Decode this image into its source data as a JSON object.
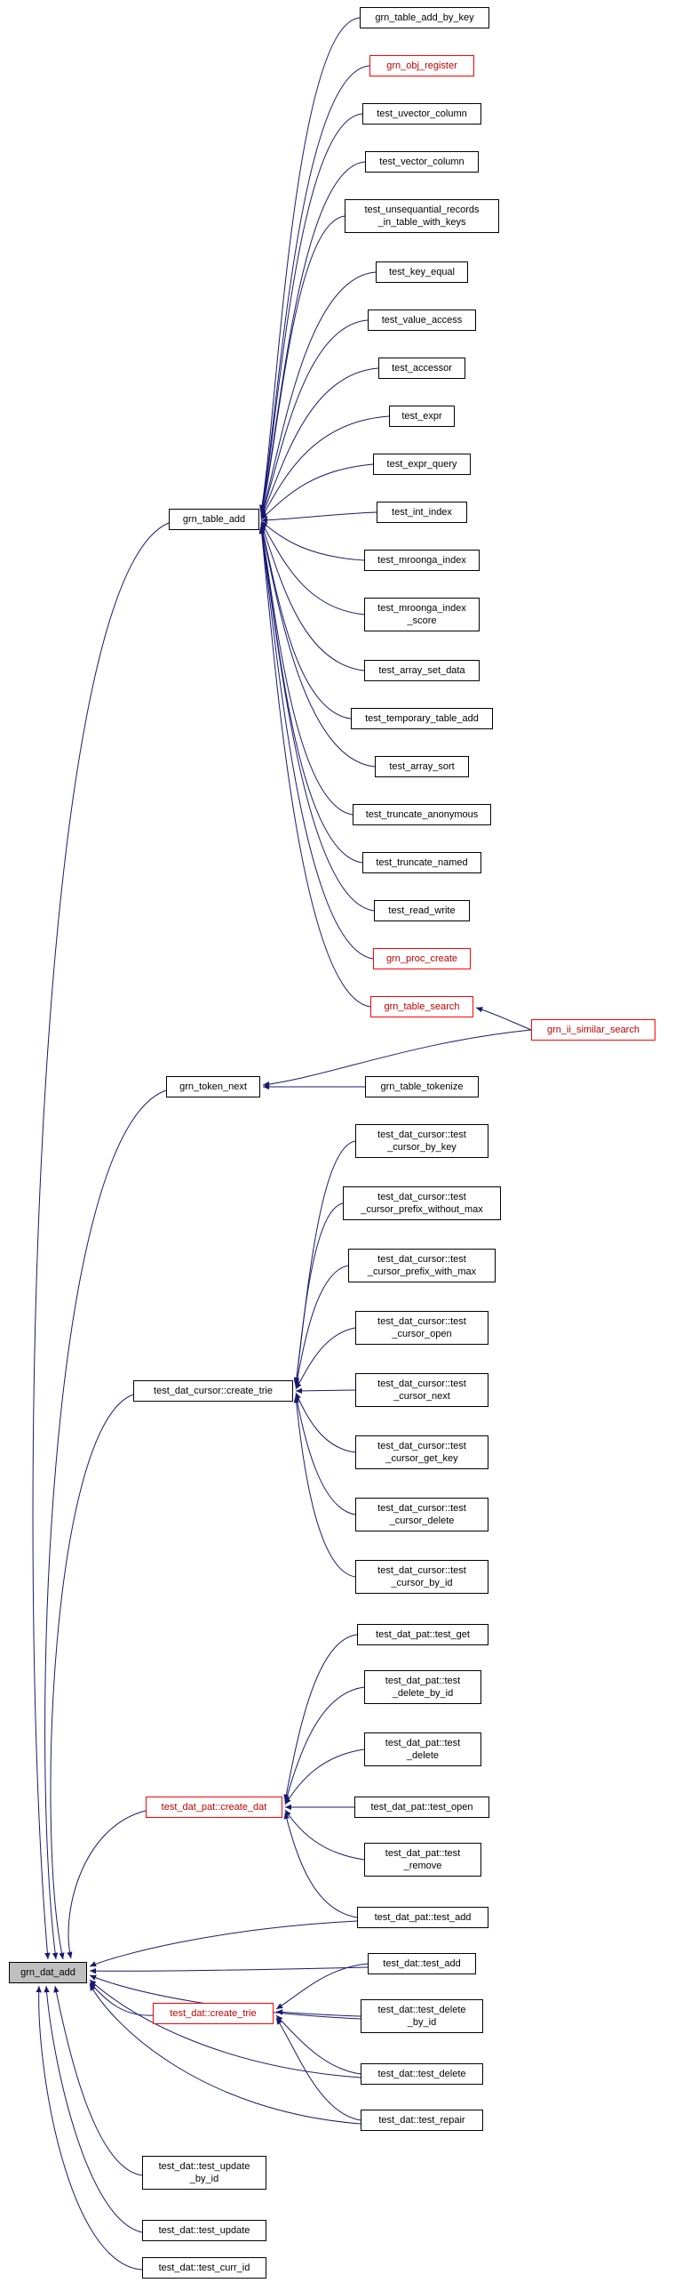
{
  "diagram": {
    "type": "doxygen-caller-graph",
    "focus_function": "grn_dat_add",
    "colors": {
      "edge": "#191970",
      "node_border": "#000000",
      "red_node_border": "#ff0000",
      "focus_node_fill": "#bfbfbf",
      "node_fill": "#ffffff"
    }
  },
  "nodes": [
    {
      "label": "grn_dat_add",
      "variant": "focus"
    },
    {
      "label": "grn_table_add",
      "variant": "default"
    },
    {
      "label": "grn_token_next",
      "variant": "default"
    },
    {
      "label": "test_dat_cursor::create_trie",
      "variant": "default"
    },
    {
      "label": "test_dat_pat::create_dat",
      "variant": "red"
    },
    {
      "label": "test_dat::create_trie",
      "variant": "red"
    },
    {
      "label": "grn_table_add_by_key",
      "variant": "default"
    },
    {
      "label": "grn_obj_register",
      "variant": "red"
    },
    {
      "label": "test_uvector_column",
      "variant": "default"
    },
    {
      "label": "test_vector_column",
      "variant": "default"
    },
    {
      "label": "test_unsequantial_records\n_in_table_with_keys",
      "variant": "default"
    },
    {
      "label": "test_key_equal",
      "variant": "default"
    },
    {
      "label": "test_value_access",
      "variant": "default"
    },
    {
      "label": "test_accessor",
      "variant": "default"
    },
    {
      "label": "test_expr",
      "variant": "default"
    },
    {
      "label": "test_expr_query",
      "variant": "default"
    },
    {
      "label": "test_int_index",
      "variant": "default"
    },
    {
      "label": "test_mroonga_index",
      "variant": "default"
    },
    {
      "label": "test_mroonga_index\n_score",
      "variant": "default"
    },
    {
      "label": "test_array_set_data",
      "variant": "default"
    },
    {
      "label": "test_temporary_table_add",
      "variant": "default"
    },
    {
      "label": "test_array_sort",
      "variant": "default"
    },
    {
      "label": "test_truncate_anonymous",
      "variant": "default"
    },
    {
      "label": "test_truncate_named",
      "variant": "default"
    },
    {
      "label": "test_read_write",
      "variant": "default"
    },
    {
      "label": "grn_proc_create",
      "variant": "red"
    },
    {
      "label": "grn_table_search",
      "variant": "red"
    },
    {
      "label": "grn_ii_similar_search",
      "variant": "red"
    },
    {
      "label": "grn_table_tokenize",
      "variant": "default"
    },
    {
      "label": "test_dat_cursor::test\n_cursor_by_key",
      "variant": "default"
    },
    {
      "label": "test_dat_cursor::test\n_cursor_prefix_without_max",
      "variant": "default"
    },
    {
      "label": "test_dat_cursor::test\n_cursor_prefix_with_max",
      "variant": "default"
    },
    {
      "label": "test_dat_cursor::test\n_cursor_open",
      "variant": "default"
    },
    {
      "label": "test_dat_cursor::test\n_cursor_next",
      "variant": "default"
    },
    {
      "label": "test_dat_cursor::test\n_cursor_get_key",
      "variant": "default"
    },
    {
      "label": "test_dat_cursor::test\n_cursor_delete",
      "variant": "default"
    },
    {
      "label": "test_dat_cursor::test\n_cursor_by_id",
      "variant": "default"
    },
    {
      "label": "test_dat_pat::test_get",
      "variant": "default"
    },
    {
      "label": "test_dat_pat::test\n_delete_by_id",
      "variant": "default"
    },
    {
      "label": "test_dat_pat::test\n_delete",
      "variant": "default"
    },
    {
      "label": "test_dat_pat::test_open",
      "variant": "default"
    },
    {
      "label": "test_dat_pat::test\n_remove",
      "variant": "default"
    },
    {
      "label": "test_dat_pat::test_add",
      "variant": "default"
    },
    {
      "label": "test_dat::test_add",
      "variant": "default"
    },
    {
      "label": "test_dat::test_delete\n_by_id",
      "variant": "default"
    },
    {
      "label": "test_dat::test_delete",
      "variant": "default"
    },
    {
      "label": "test_dat::test_repair",
      "variant": "default"
    },
    {
      "label": "test_dat::test_update\n_by_id",
      "variant": "default"
    },
    {
      "label": "test_dat::test_update",
      "variant": "default"
    },
    {
      "label": "test_dat::test_curr_id",
      "variant": "default"
    }
  ]
}
